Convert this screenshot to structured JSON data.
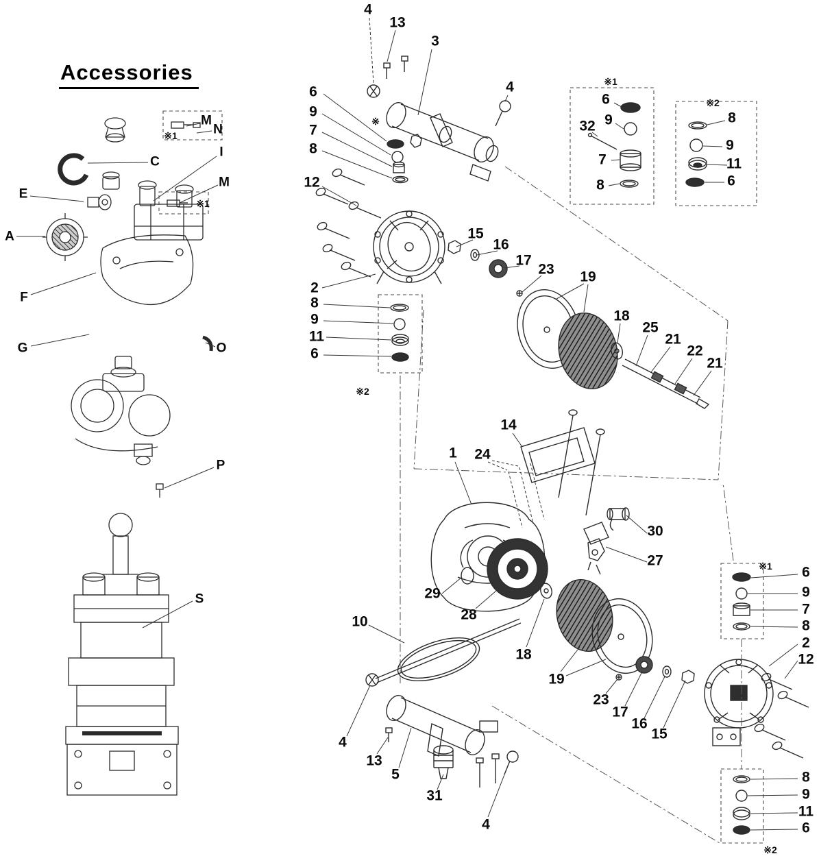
{
  "title": "Accessories",
  "callouts": {
    "accessories": [
      "M",
      "N",
      "C",
      "E",
      "I",
      "M",
      "A",
      "F",
      "G",
      "O",
      "P",
      "S",
      "※1",
      "※1"
    ],
    "main": [
      "4",
      "13",
      "3",
      "4",
      "6",
      "9",
      "7",
      "8",
      "12",
      "2",
      "8",
      "9",
      "11",
      "6",
      "15",
      "16",
      "17",
      "23",
      "19",
      "18",
      "25",
      "21",
      "22",
      "21",
      "※1",
      "6",
      "9",
      "32",
      "7",
      "8",
      "※2",
      "8",
      "9",
      "11",
      "6",
      "※2",
      "14",
      "1",
      "24",
      "30",
      "27",
      "29",
      "28",
      "10",
      "18",
      "19",
      "23",
      "17",
      "16",
      "15",
      "※1",
      "6",
      "9",
      "7",
      "8",
      "2",
      "12",
      "4",
      "13",
      "5",
      "31",
      "4",
      "8",
      "9",
      "11",
      "6",
      "※2",
      "※"
    ]
  },
  "colors": {
    "ink": "#1a1a1a",
    "background": "#ffffff"
  }
}
